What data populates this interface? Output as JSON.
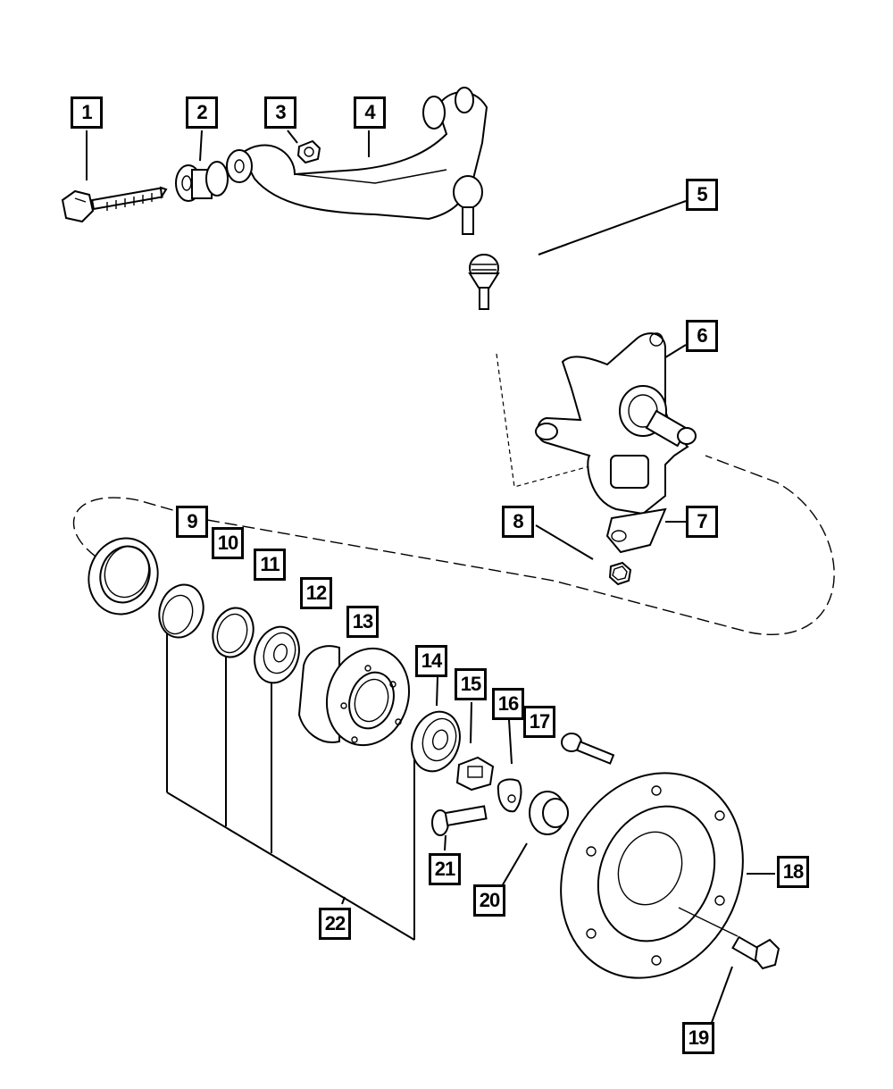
{
  "diagram": {
    "title": "Front Suspension Upper Control Arm, Knuckle and Hub/Bearing Exploded View",
    "callouts": [
      {
        "number": "1",
        "part": "bolt"
      },
      {
        "number": "2",
        "part": "bushing"
      },
      {
        "number": "3",
        "part": "nut"
      },
      {
        "number": "4",
        "part": "upper-control-arm"
      },
      {
        "number": "5",
        "part": "ball-joint"
      },
      {
        "number": "6",
        "part": "steering-knuckle"
      },
      {
        "number": "7",
        "part": "bracket"
      },
      {
        "number": "8",
        "part": "nut"
      },
      {
        "number": "9",
        "part": "seal"
      },
      {
        "number": "10",
        "part": "seal"
      },
      {
        "number": "11",
        "part": "bearing-race"
      },
      {
        "number": "12",
        "part": "bearing"
      },
      {
        "number": "13",
        "part": "hub"
      },
      {
        "number": "14",
        "part": "bearing"
      },
      {
        "number": "15",
        "part": "nut"
      },
      {
        "number": "16",
        "part": "lock"
      },
      {
        "number": "17",
        "part": "bolt"
      },
      {
        "number": "18",
        "part": "brake-rotor"
      },
      {
        "number": "19",
        "part": "bolt"
      },
      {
        "number": "20",
        "part": "cap"
      },
      {
        "number": "21",
        "part": "bolt"
      },
      {
        "number": "22",
        "part": "bearing-kit"
      }
    ]
  }
}
